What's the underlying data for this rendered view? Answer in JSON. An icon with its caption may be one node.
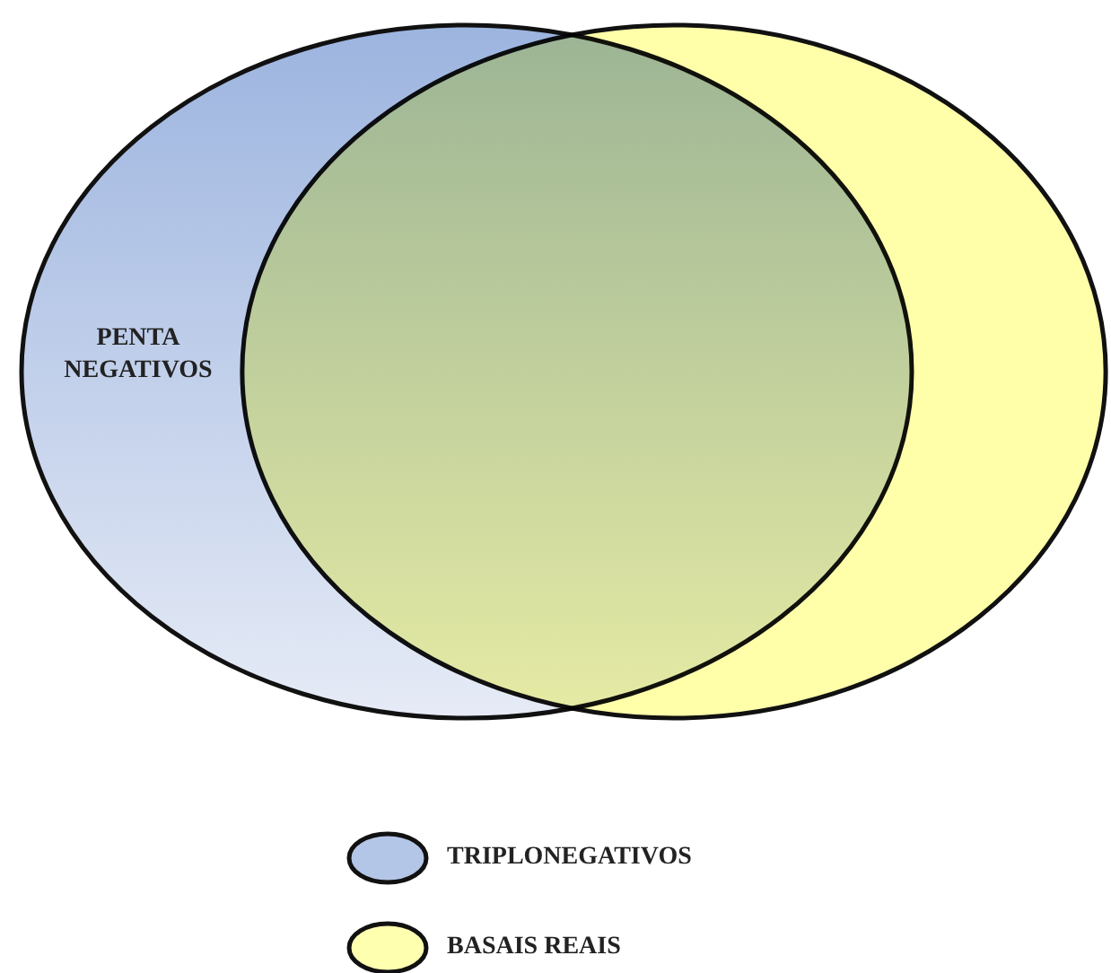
{
  "diagram": {
    "nodes": [
      {
        "text": [
          "PENTA NEGATIVOS"
        ]
      },
      {
        "text": [],
        "shape": "circle"
      }
    ],
    "legend": [
      {
        "text": "TRIPLONEGATIVOS",
        "color": "#b4c6e7"
      },
      {
        "text": "BASAIS REAIS",
        "color": "#ffffb0"
      }
    ]
  }
}
